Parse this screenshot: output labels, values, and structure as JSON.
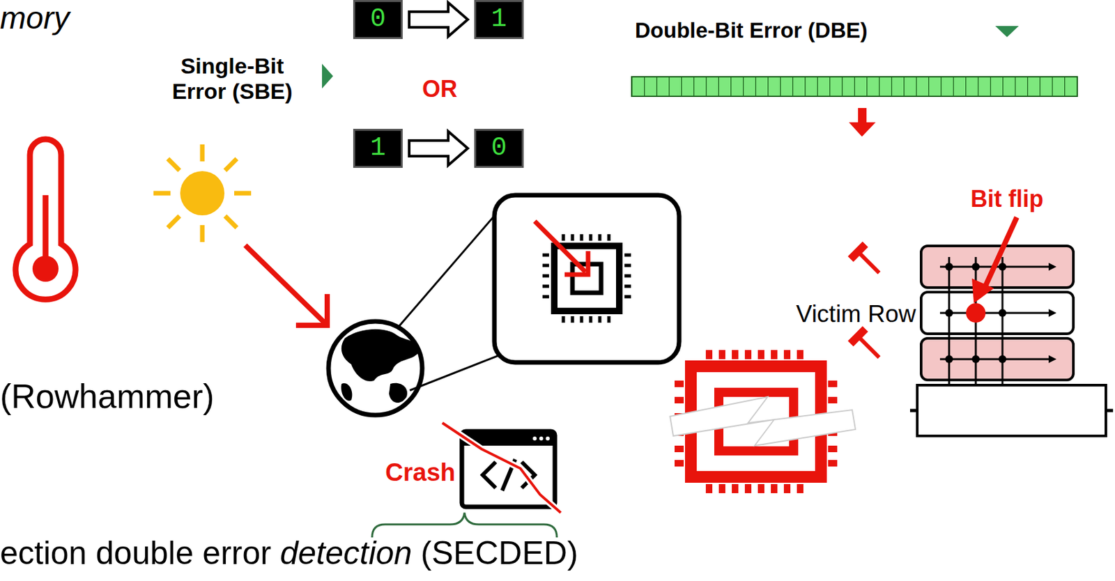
{
  "diagram": {
    "nodes": [
      {
        "text": [
          "0"
        ]
      },
      {
        "text": [
          "1"
        ]
      },
      {
        "text": [
          "1"
        ]
      },
      {
        "text": [
          "0"
        ]
      }
    ],
    "edges": [
      {
        "from": 0,
        "to": 1,
        "arrow": "to"
      },
      {
        "from": 2,
        "to": 3,
        "arrow": "to"
      }
    ],
    "labels": [
      "mory",
      "Single-Bit Error (SBE)",
      "OR",
      "Double-Bit Error (DBE)",
      "(Rowhammer)",
      "Bit flip",
      "Victim Row",
      "Crash",
      "ection double error",
      "detection",
      "(SECDED)"
    ]
  }
}
